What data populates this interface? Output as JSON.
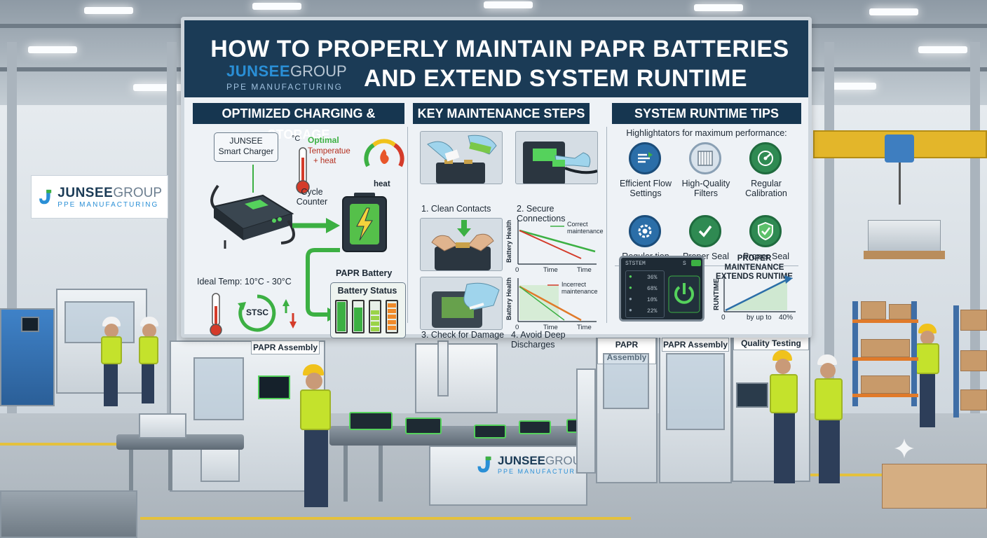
{
  "title": {
    "line1": "HOW TO PROPERLY MAINTAIN PAPR BATTERIES",
    "line2": "AND EXTEND SYSTEM RUNTIME"
  },
  "brand": {
    "name_bold": "JUNSEE",
    "name_light": "GROUP",
    "tagline": "PPE MANUFACTURING"
  },
  "sections": {
    "charging": {
      "heading": "OPTIMIZED CHARGING & STORAGE",
      "charger_label": "JUNSEE\nSmart Charger",
      "temp_unit": "°C",
      "optimal_word": "Optimal",
      "temperature_word": "Temperatue",
      "heat_plus": "+ heat",
      "heat_label": "heat",
      "cycle_counter": "Cycle\nCounter",
      "battery_label": "PAPR Battery",
      "ideal_temp": "Ideal Temp: 10°C - 30°C",
      "battery_status": "Battery Status",
      "badge_text": "STSC"
    },
    "maintenance": {
      "heading": "KEY MAINTENANCE STEPS",
      "steps": [
        "1. Clean Contacts",
        "2. Secure Connections",
        "3. Check for Damage",
        "4. Avoid Deep Discharges"
      ],
      "chart_y_label": "Battery Health",
      "chart_origin": "0",
      "chart_x1": "Time",
      "chart_x2": "Time",
      "correct_label": "Correct\nmaintenance",
      "incorrect_label": "Incerrect\nmaintenance"
    },
    "runtime": {
      "heading": "SYSTEM RUNTIME TIPS",
      "intro": "Highlightators for maximum performance:",
      "tips": [
        "Efficient Flow\nSettings",
        "High-Quality\nFilters",
        "Regular\nCalibration",
        "Reguler tion",
        "Proper Seal",
        "Proper Seal"
      ],
      "device_title": "STSTEM",
      "device_tag": "S",
      "device_rows": [
        "36%",
        "68%",
        "10%",
        "22%"
      ],
      "proper_title": "PROPER MAINTENANCE\nEXTENDS RUNTIME",
      "runtime_axis": "RUNTIME",
      "runtime_origin": "0",
      "runtime_by": "by up to",
      "runtime_pct": "40%"
    }
  },
  "floor": {
    "station_left": "PAPR Assembly",
    "station_mid1": "PAPR Assembly",
    "station_mid2": "PAPR Assembly",
    "station_qt": "Quality Testing"
  },
  "colors": {
    "board_header": "#1b3b56",
    "section_header": "#163650",
    "accent_green": "#3cb043",
    "accent_red": "#d43b2a",
    "brand_blue": "#2a8fd6"
  }
}
